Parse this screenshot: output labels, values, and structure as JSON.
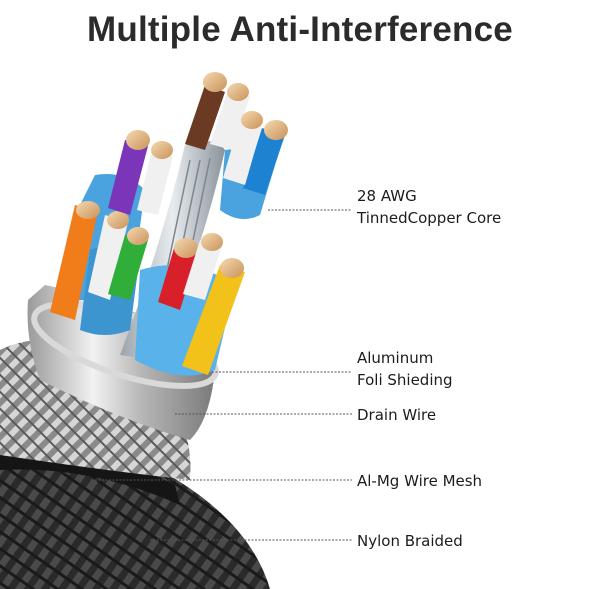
{
  "title": "Multiple Anti-Interference",
  "labels": {
    "core": {
      "line1": "28 AWG",
      "line2": "TinnedCopper Core"
    },
    "foil": {
      "line1": "Aluminum",
      "line2": "Foli Shieding"
    },
    "drain": {
      "line1": "Drain Wire"
    },
    "mesh": {
      "line1": "Al-Mg Wire Mesh"
    },
    "nylon": {
      "line1": "Nylon Braided"
    }
  },
  "colors": {
    "title": "#2b2b2b",
    "leader_line": "#555555",
    "pair_shield": "#4aa3df",
    "orange_wire": "#f07d1a",
    "green_wire": "#2fae3a",
    "red_wire": "#d8202a",
    "yellow_wire": "#f2c21a",
    "purple_wire": "#7a35b8",
    "brown_wire": "#6b3a22",
    "blue_wire": "#1e82d2"
  }
}
